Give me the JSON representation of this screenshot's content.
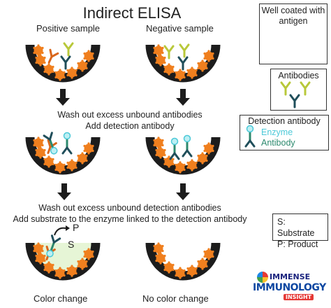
{
  "title": "Indirect ELISA",
  "headers": {
    "positive": "Positive sample",
    "negative": "Negative sample"
  },
  "steps": {
    "wash1": "Wash out excess unbound antibodies",
    "add_detection": "Add detection antibody",
    "wash2": "Wash out excess unbound detection antibodies",
    "add_substrate": "Add substrate to the enzyme linked to the detection antibody"
  },
  "reaction_labels": {
    "product": "P",
    "substrate": "S"
  },
  "results": {
    "positive": "Color change",
    "negative": "No color change"
  },
  "legend": {
    "well": "Well coated with antigen",
    "antibodies": "Antibodies",
    "detection_title": "Detection antibody",
    "enzyme": "Enzyme",
    "antibody": "Antibody",
    "substrate_key": "S: Substrate",
    "product_key": "P: Product"
  },
  "logo": {
    "line1": "IMMENSE",
    "line2": "IMMUNOLOGY",
    "line3": "INSIGHT"
  },
  "colors": {
    "well": "#1c1c1c",
    "antigen": "#f07f1e",
    "antibody_yellow": "#b8c83a",
    "antibody_orange": "#d9661b",
    "antibody_dark": "#1f4e5a",
    "detection_stem": "#2d8a6e",
    "enzyme": "#4cc9d8",
    "color_change": "#e6f5d6"
  }
}
